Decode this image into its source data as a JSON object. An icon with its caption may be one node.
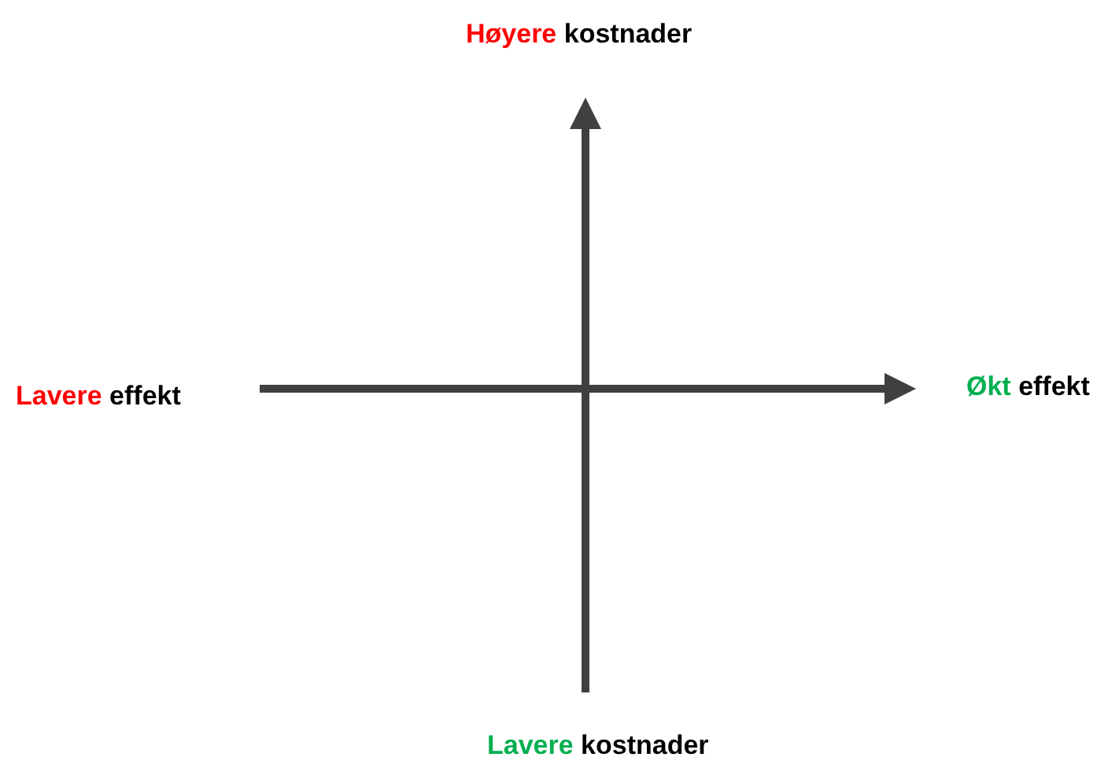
{
  "diagram": {
    "labels": [
      "Høyere kostnader",
      "Lavere effekt",
      "Økt effekt",
      "Lavere kostnader"
    ]
  }
}
